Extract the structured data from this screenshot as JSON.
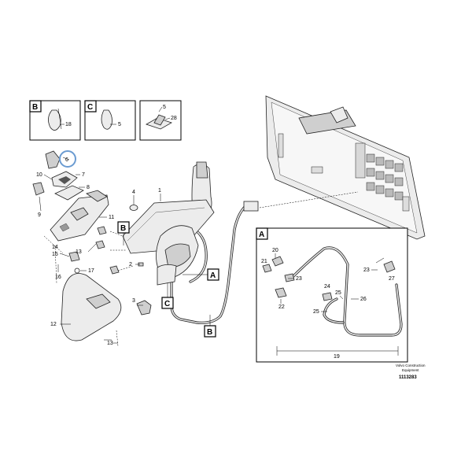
{
  "inset_boxes": {
    "B": {
      "letter": "B",
      "part": "18"
    },
    "C": {
      "letter": "C",
      "part": "5"
    },
    "third": {
      "parts": [
        "5",
        "28"
      ]
    }
  },
  "callouts": {
    "p6": "6",
    "p10": "10",
    "p7": "7",
    "p8": "8",
    "p9": "9",
    "p11": "11",
    "p4": "4",
    "p1": "1",
    "p14": "14",
    "p15": "15",
    "p13a": "13",
    "p16": "16",
    "p17": "17",
    "p2": "2",
    "p3": "3",
    "p12": "12",
    "p13b": "13"
  },
  "ref_tags": {
    "B_upper": "B",
    "A_mid": "A",
    "C_mid": "C",
    "B_lower": "B"
  },
  "detail_A": {
    "letter": "A",
    "parts": {
      "p20": "20",
      "p21": "21",
      "p23a": "23",
      "p22": "22",
      "p24": "24",
      "p25a": "25",
      "p26": "26",
      "p25b": "25",
      "p23b": "23",
      "p27": "27"
    },
    "dimension": "19"
  },
  "footer": {
    "brand": "Volvo Construction",
    "brand2": "Equipment",
    "code": "1113283"
  }
}
